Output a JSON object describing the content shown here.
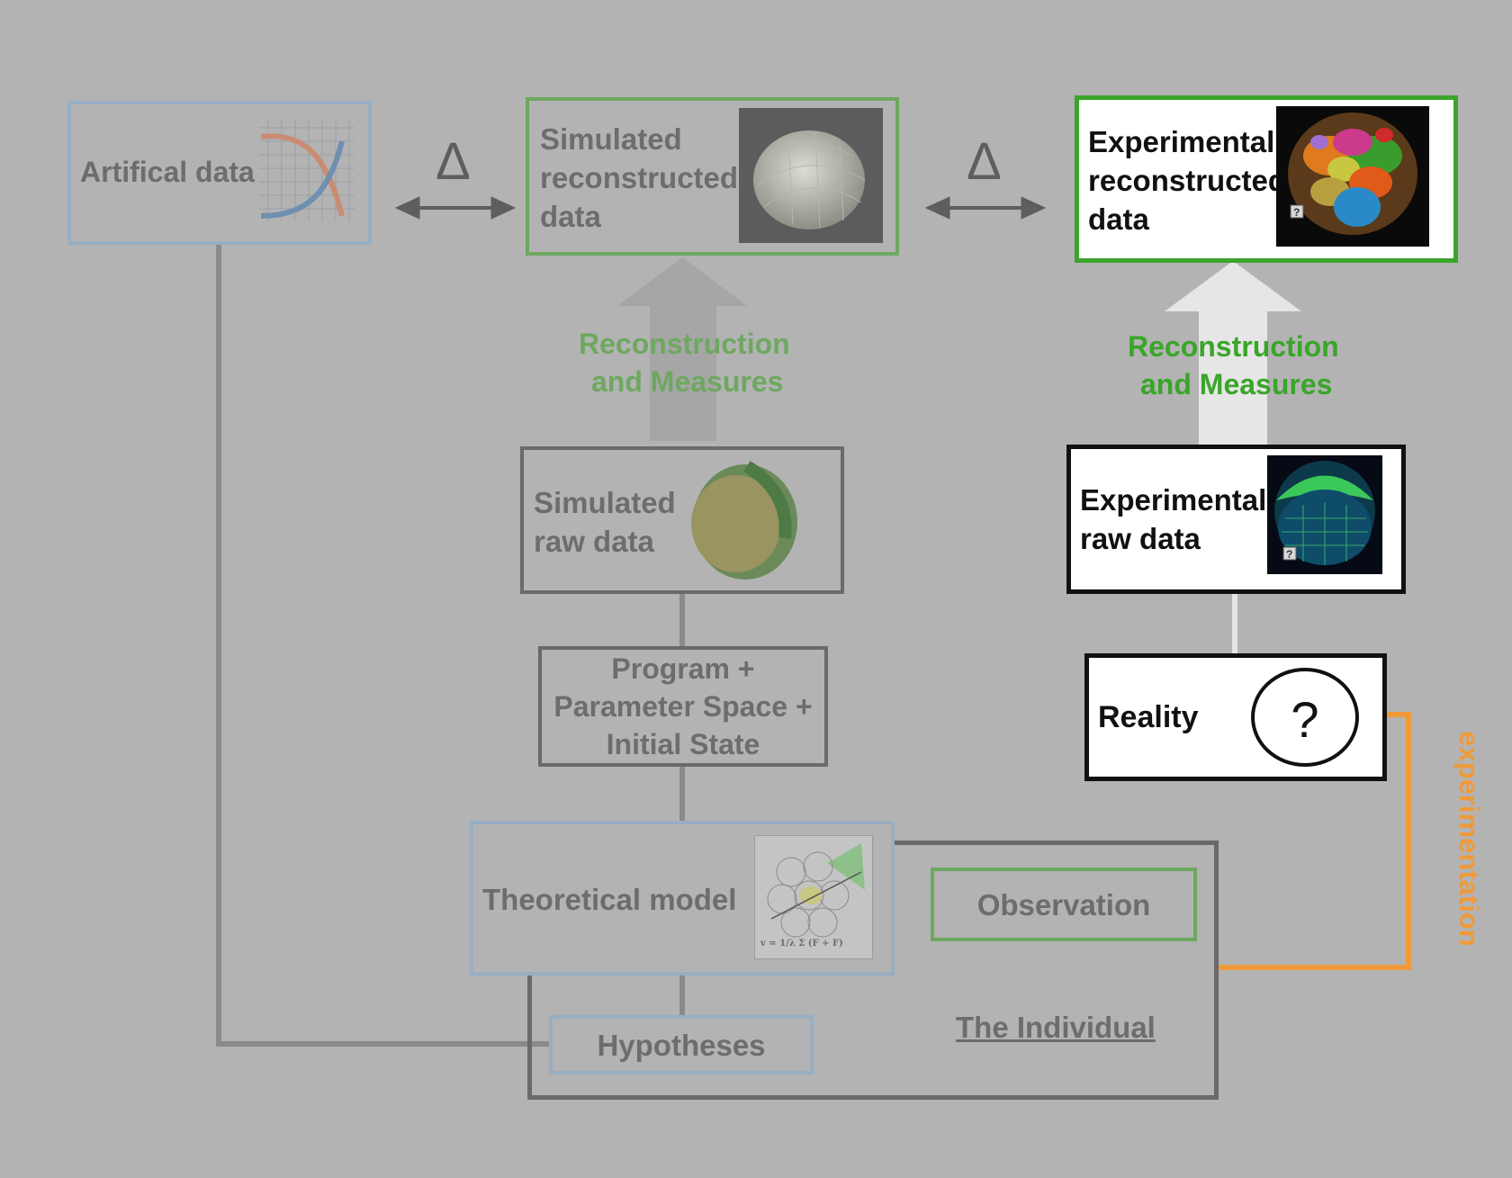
{
  "colors": {
    "background": "#b3b3b3",
    "line_gray": "#8a8a8a",
    "box_blue": "#98aec2",
    "box_green_dim": "#6ea860",
    "box_green_bright": "#3aa52a",
    "arrow_dim": "#a6a6a6",
    "arrow_bright": "#e6e6e6",
    "text_dim": "#6d6d6d",
    "text_green_dim": "#6ea860",
    "text_green_bright": "#3aa52a",
    "experimentation_orange": "#ef9a3a"
  },
  "nodes": {
    "artificial_data": {
      "label": "Artifical data",
      "icon": "curve-chart-icon"
    },
    "simulated_reconstructed": {
      "lines": [
        "Simulated",
        "reconstructed",
        "data"
      ],
      "icon": "3d-embryo-render-icon"
    },
    "experimental_reconstructed": {
      "lines": [
        "Experimental",
        "reconstructed",
        "data"
      ],
      "icon": "colored-cell-lineage-icon"
    },
    "simulated_raw": {
      "lines": [
        "Simulated",
        "raw data"
      ],
      "icon": "simulated-embryo-icon"
    },
    "experimental_raw": {
      "lines": [
        "Experimental",
        "raw data"
      ],
      "icon": "microscopy-embryo-icon"
    },
    "program": {
      "lines": [
        "Program +",
        "Parameter Space +",
        "Initial State"
      ]
    },
    "reality": {
      "label": "Reality",
      "icon": "question-mark-icon",
      "symbol": "?"
    },
    "theoretical_model": {
      "label": "Theoretical model",
      "icon": "model-equation-icon"
    },
    "observation": {
      "label": "Observation"
    },
    "hypotheses": {
      "label": "Hypotheses"
    },
    "the_individual": {
      "label": "The Individual"
    }
  },
  "edges": {
    "delta_left": {
      "symbol": "Δ"
    },
    "delta_right": {
      "symbol": "Δ"
    },
    "reconstruction_left": {
      "lines": [
        "Reconstruction",
        "and Measures"
      ]
    },
    "reconstruction_right": {
      "lines": [
        "Reconstruction",
        "and Measures"
      ]
    },
    "experimentation": {
      "label": "experimentation"
    }
  }
}
